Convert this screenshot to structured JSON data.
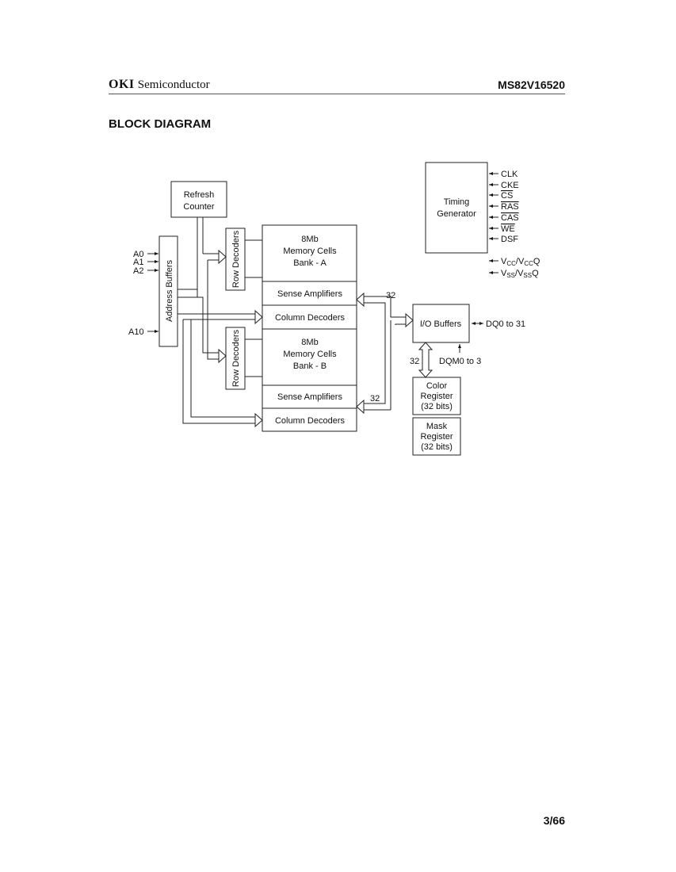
{
  "header": {
    "brand_bold": "OKI",
    "brand_rest": "Semiconductor",
    "part_number": "MS82V16520"
  },
  "section_title": "BLOCK DIAGRAM",
  "diagram": {
    "blocks": {
      "refresh_counter": [
        "Refresh",
        "Counter"
      ],
      "address_buffers": "Address Buffers",
      "row_decoders_a": "Row Decoders",
      "row_decoders_b": "Row Decoders",
      "bank_a": [
        "8Mb",
        "Memory Cells",
        "Bank - A"
      ],
      "sense_amp_a": "Sense Amplifiers",
      "col_dec_a": "Column Decoders",
      "bank_b": [
        "8Mb",
        "Memory Cells",
        "Bank - B"
      ],
      "sense_amp_b": "Sense Amplifiers",
      "col_dec_b": "Column Decoders",
      "timing_generator": [
        "Timing",
        "Generator"
      ],
      "io_buffers": "I/O Buffers",
      "color_register": [
        "Color",
        "Register",
        "(32 bits)"
      ],
      "mask_register": [
        "Mask",
        "Register",
        "(32 bits)"
      ]
    },
    "address_inputs": [
      "A0",
      "A1",
      "A2",
      "A10"
    ],
    "timing_inputs": [
      {
        "label": "CLK",
        "overbar": false
      },
      {
        "label": "CKE",
        "overbar": false
      },
      {
        "label": "CS",
        "overbar": true
      },
      {
        "label": "RAS",
        "overbar": true
      },
      {
        "label": "CAS",
        "overbar": true
      },
      {
        "label": "WE",
        "overbar": true
      },
      {
        "label": "DSF",
        "overbar": false
      }
    ],
    "power": {
      "vcc": {
        "main": "V",
        "sub": "CC",
        "sep": "/V",
        "sub2": "CC",
        "end": "Q"
      },
      "vss": {
        "main": "V",
        "sub": "SS",
        "sep": "/V",
        "sub2": "SS",
        "end": "Q"
      }
    },
    "bus_labels": {
      "bank_a_bus": "32",
      "bank_b_bus": "32",
      "color_bus": "32"
    },
    "io_labels": {
      "dq": "DQ0 to 31",
      "dqm": "DQM0 to 3"
    }
  },
  "footer": {
    "page_number": "3/66"
  }
}
